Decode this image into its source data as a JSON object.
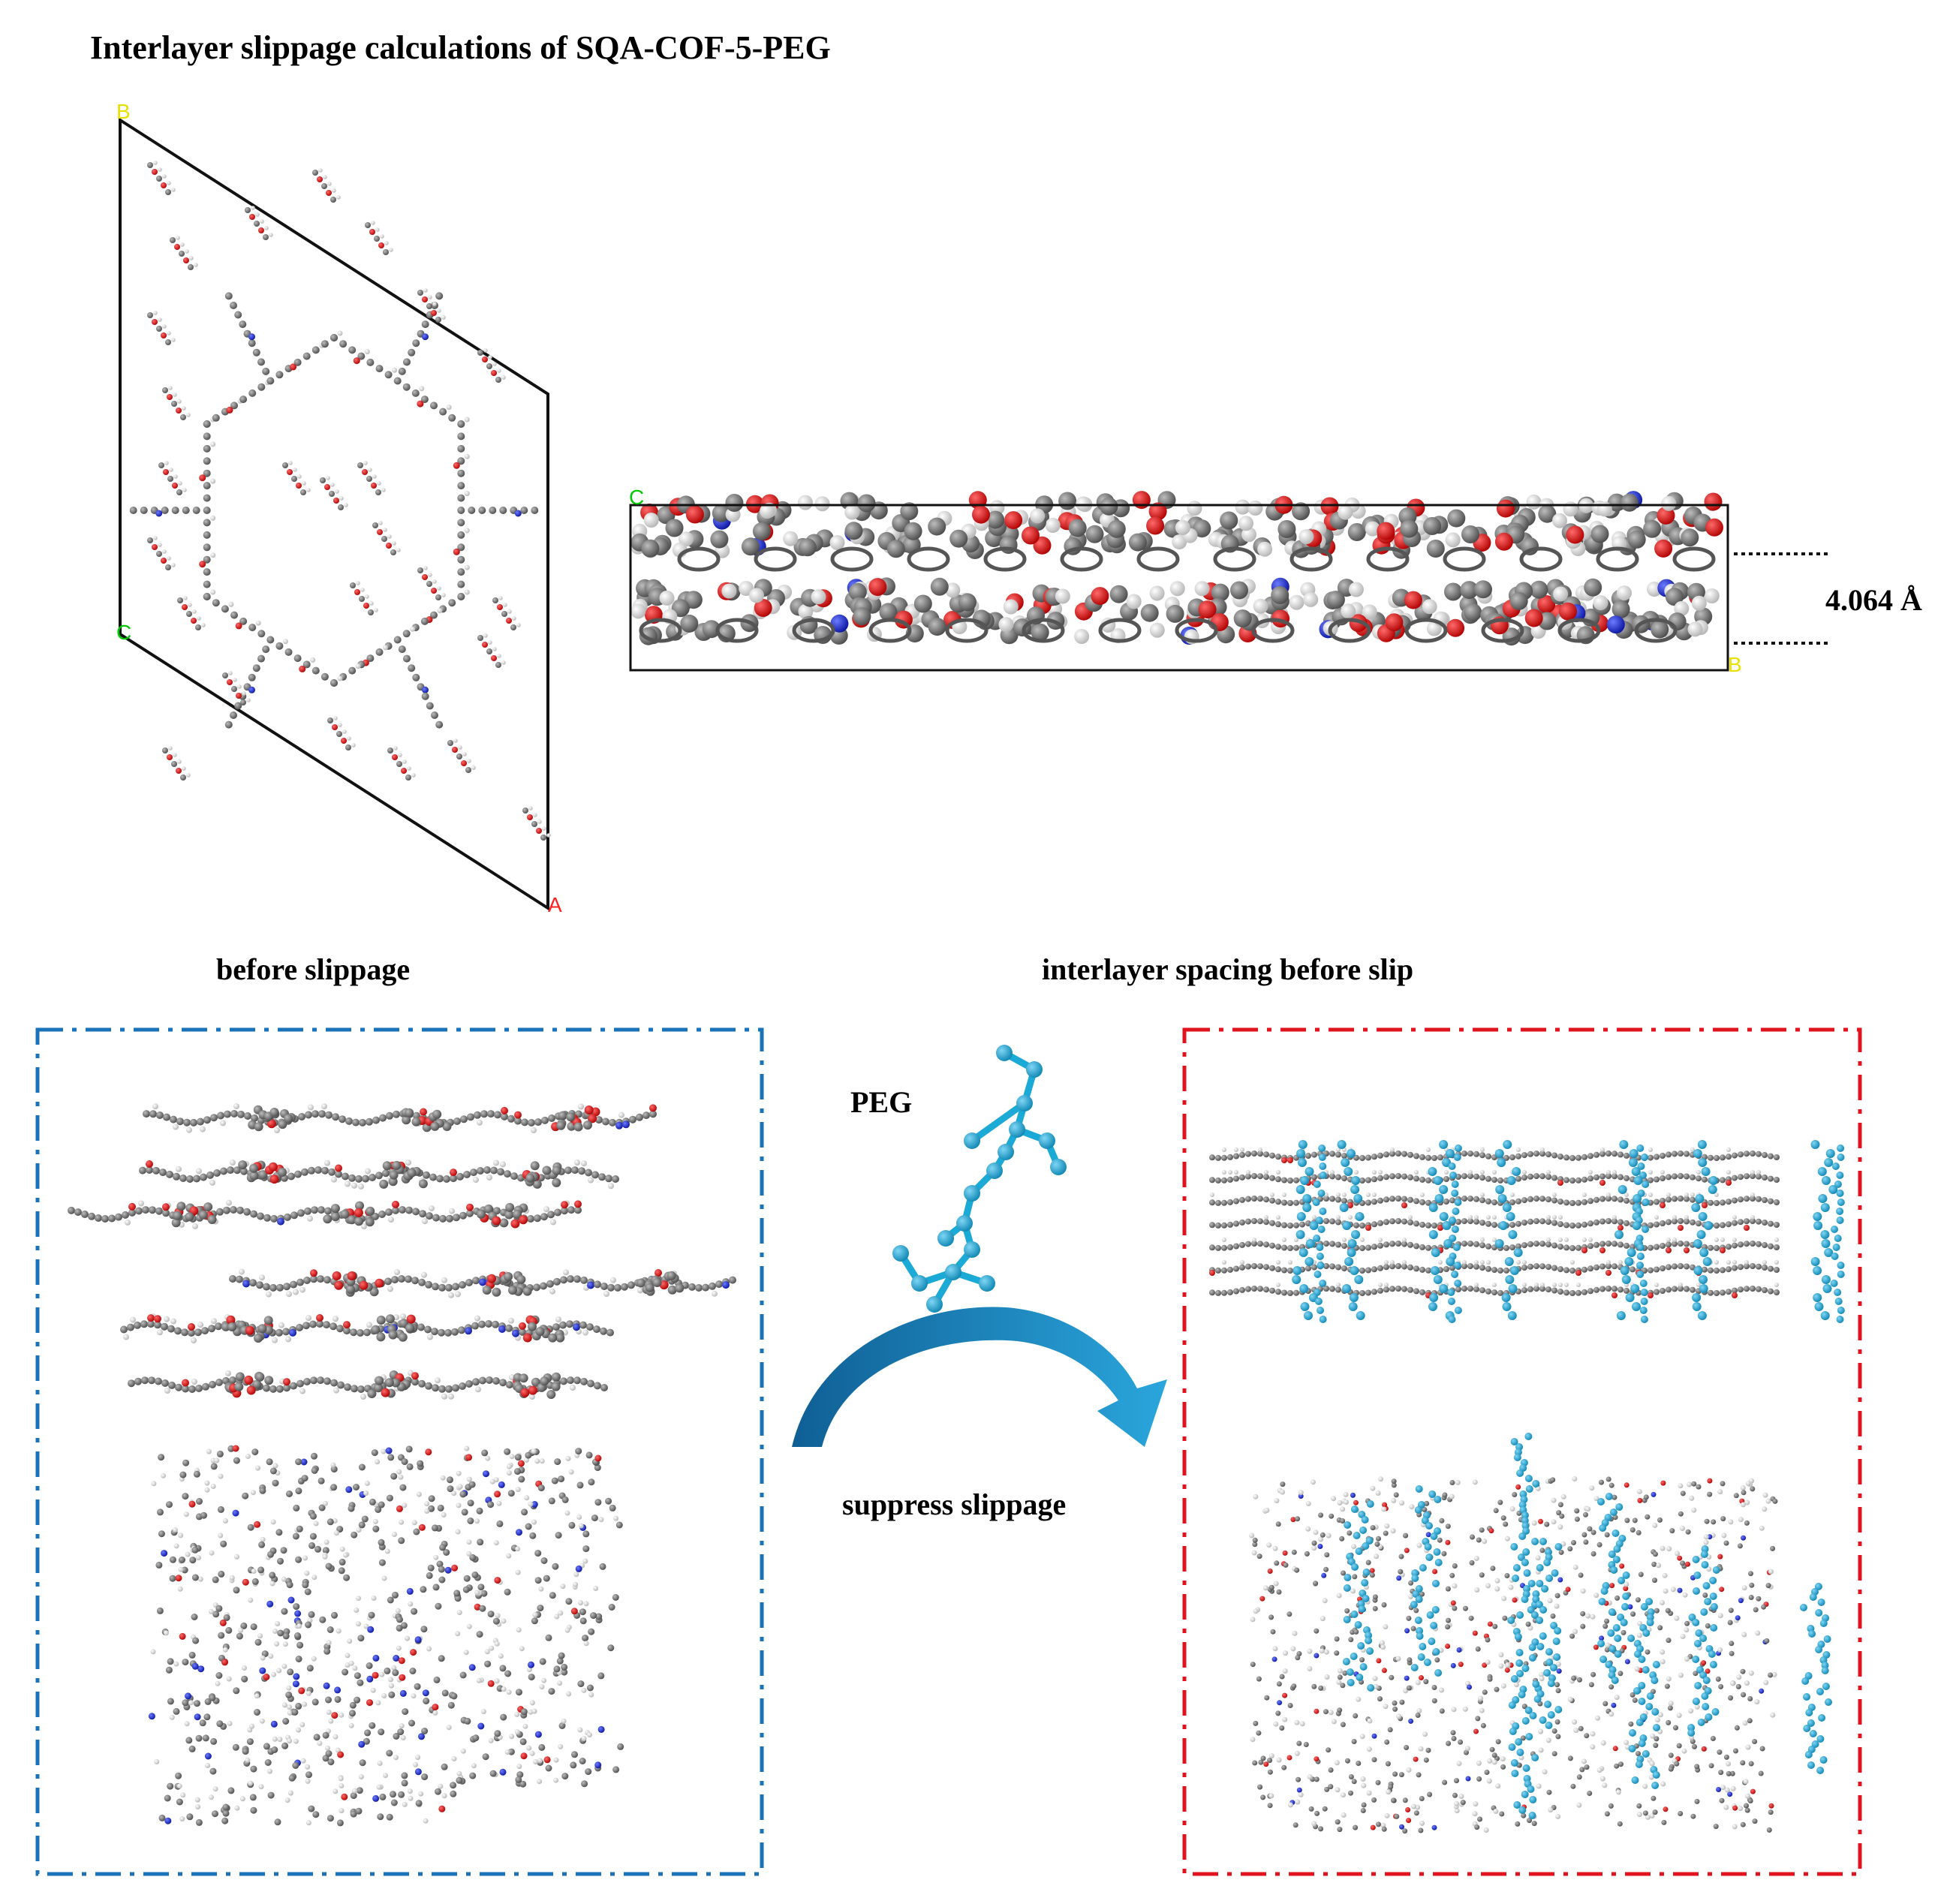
{
  "title": "Interlayer slippage calculations of SQA-COF-5-PEG",
  "cell_axes": {
    "b": "B",
    "c": "C",
    "a": "A"
  },
  "side_cell_axes": {
    "c": "C",
    "b": "B"
  },
  "spacing_label": "4.064 Å",
  "labels": {
    "before": "before slippage",
    "spacing_before": "interlayer spacing before slip",
    "peg": "PEG",
    "suppress": "suppress slippage"
  },
  "colors": {
    "carbon": "#6e6e6e",
    "oxygen": "#e00000",
    "nitrogen": "#1020c8",
    "hydrogen": "#dedede",
    "peg": "#1ba9d6",
    "blue_frame": "#1a73b8",
    "red_frame": "#e0141e",
    "arrow": "#1a7fbd",
    "axis_b": "#e8e000",
    "axis_c": "#00c800",
    "axis_a": "#ff2020"
  }
}
